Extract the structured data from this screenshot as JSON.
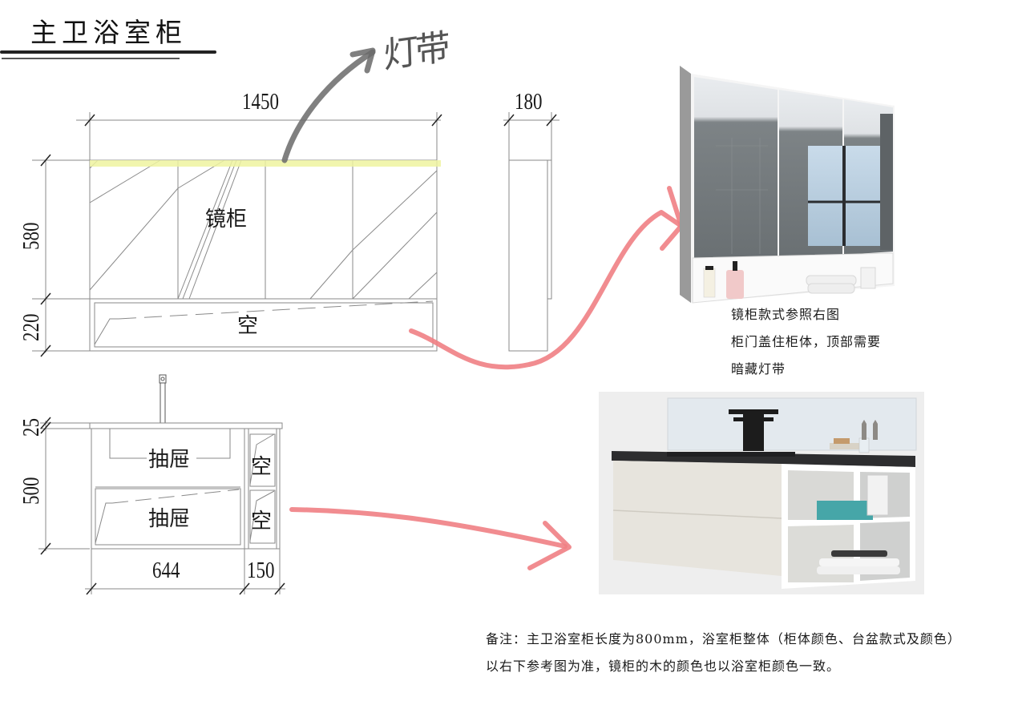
{
  "title": "主卫浴室柜",
  "annotations": {
    "light_strip_handwritten": "灯带"
  },
  "mirror_cabinet_front": {
    "width_dim": "1450",
    "height_dim_upper": "580",
    "height_dim_lower": "220",
    "label_main": "镜柜",
    "label_open": "空"
  },
  "mirror_cabinet_side": {
    "depth_dim": "180"
  },
  "vanity_front": {
    "top_thickness_dim": "25",
    "height_dim": "500",
    "width_main_dim": "644",
    "width_side_dim": "150",
    "drawer_upper": "抽屉",
    "drawer_lower": "抽屉",
    "shelf_upper": "空",
    "shelf_lower": "空"
  },
  "mirror_cabinet_note": {
    "lines": [
      "镜柜款式参照右图",
      "柜门盖住柜体，顶部需要",
      "暗藏灯带"
    ]
  },
  "remark": {
    "lines": [
      "备注：主卫浴室柜长度为800mm，浴室柜整体（柜体颜色、台盆款式及颜色）",
      "以右下参考图为准，镜柜的木的颜色也以浴室柜颜色一致。"
    ]
  },
  "colors": {
    "line": "#8a8a8a",
    "light_strip": "#eef3a0",
    "pink_arrow": "#f07f84",
    "gray_arrow": "#707070",
    "countertop": "#2d2d2f",
    "cabinet_body": "#e6e3dc"
  }
}
